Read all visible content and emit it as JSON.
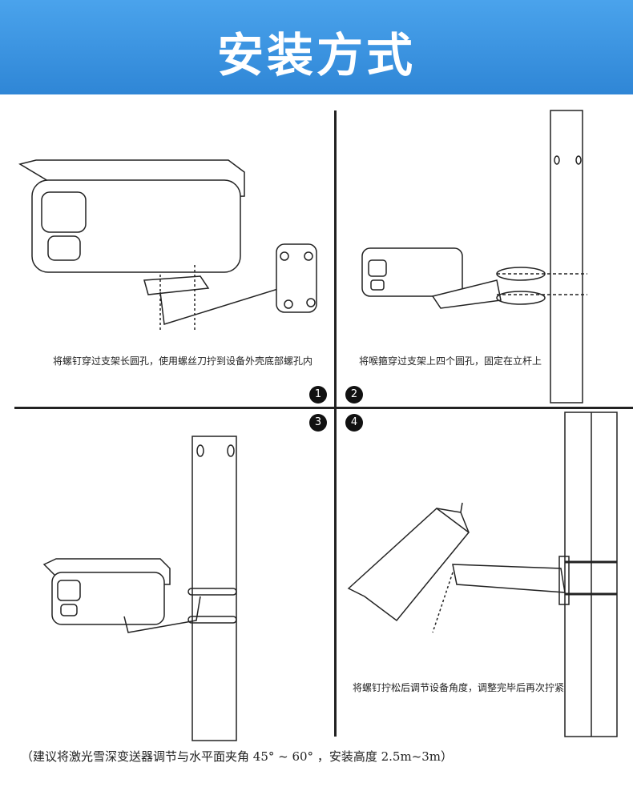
{
  "header": {
    "title": "安装方式"
  },
  "steps": [
    {
      "number": "1",
      "caption": "将螺钉穿过支架长圆孔，使用螺丝刀拧到设备外壳底部螺孔内"
    },
    {
      "number": "2",
      "caption": "将喉箍穿过支架上四个圆孔，固定在立杆上"
    },
    {
      "number": "3",
      "caption": ""
    },
    {
      "number": "4",
      "caption": "将螺钉拧松后调节设备角度，调整完毕后再次拧紧"
    }
  ],
  "note": "（建议将激光雪深变送器调节与水平面夹角 45° ~ 60° ，安装高度 2.5m~3m）"
}
